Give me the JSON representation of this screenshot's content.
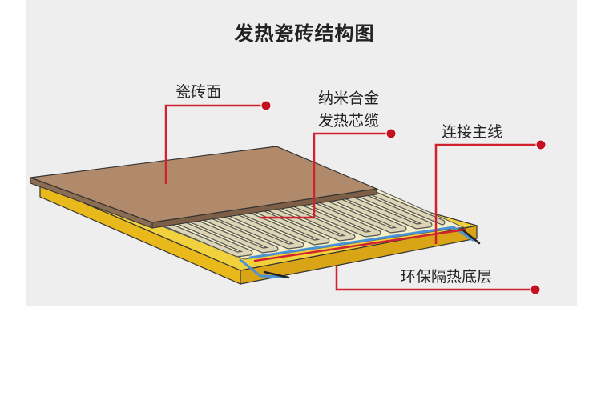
{
  "title": "发热瓷砖结构图",
  "labels": {
    "tile_surface": "瓷砖面",
    "cable_line1": "纳米合金",
    "cable_line2": "发热芯缆",
    "main_wire": "连接主线",
    "insulation": "环保隔热底层"
  },
  "colors": {
    "panel_bg": "#eeeeee",
    "tile": "#b08a6b",
    "insulation_top": "#f2d23c",
    "insulation_side": "#e9b81a",
    "heating_zone": "#f6f0c8",
    "cable": "#d8d2b2",
    "leader_line": "#d1222f",
    "leader_dot": "#c4101f",
    "main_wire_blue": "#4a92d6"
  }
}
